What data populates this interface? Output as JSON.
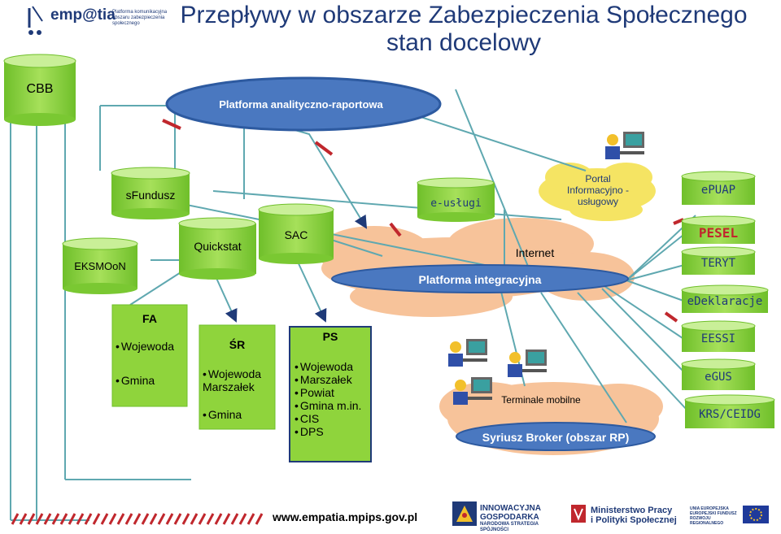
{
  "title": {
    "line1": "Przepływy w obszarze Zabezpieczenia Społecznego",
    "line2": "stan docelowy"
  },
  "logo": {
    "brand": "emp@tia",
    "tagline": "Platforma komunikacyjna obszaru zabezpieczenia społecznego"
  },
  "nodes": {
    "cbb": "CBB",
    "analytics": "Platforma analityczno-raportowa",
    "sfundusz": "sFundusz",
    "quickstat": "Quickstat",
    "sac": "SAC",
    "eksmoon": "EKSMOoN",
    "eservices": "e-usługi",
    "portal": "Portal Informacyjno -usługowy",
    "internet": "Internet",
    "integration": "Platforma integracyjna",
    "terminals": "Terminale mobilne",
    "syriusz": "Syriusz Broker (obszar RP)"
  },
  "external_systems": [
    "ePUAP",
    "PESEL",
    "TERYT",
    "eDeklaracje",
    "EESSI",
    "eGUS",
    "KRS/CEIDG"
  ],
  "boxes": {
    "fa": {
      "title": "FA",
      "items": [
        "Wojewoda",
        "Gmina"
      ]
    },
    "sr": {
      "title": "ŚR",
      "items": [
        "Wojewoda Marszałek",
        "Gmina"
      ]
    },
    "ps": {
      "title": "PS",
      "items": [
        "Wojewoda",
        "Marszałek",
        "Powiat",
        "Gmina m.in.",
        "CIS",
        "DPS"
      ]
    }
  },
  "footer": {
    "url": "www.empatia.mpips.gov.pl",
    "logo1": "INNOWACYJNA GOSPODARKA",
    "logo1_sub": "NARODOWA STRATEGIA SPÓJNOŚCI",
    "logo2_line1": "Ministerstwo Pracy",
    "logo2_line2": "i Polityki Społecznej",
    "logo3": "UNIA EUROPEJSKA EUROPEJSKI FUNDUSZ ROZWOJU REGIONALNEGO"
  },
  "colors": {
    "cylinder_green": "#8fd43c",
    "cylinder_top": "#c9ef98",
    "title_blue": "#1f3a78",
    "ellipse_blue": "#4a78c0",
    "cloud_orange": "#f7c39a",
    "cloud_yellow": "#f5e463",
    "line_teal": "#5fa8b0",
    "arrow_red": "#c0272d"
  }
}
